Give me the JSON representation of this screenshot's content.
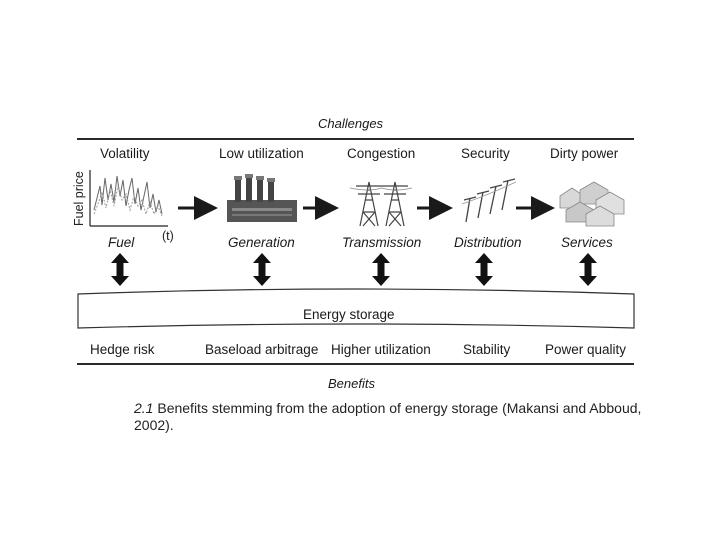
{
  "challenges_header": "Challenges",
  "challenges": [
    "Volatility",
    "Low utilization",
    "Congestion",
    "Security",
    "Dirty power"
  ],
  "sectors": [
    "Fuel",
    "Generation",
    "Transmission",
    "Distribution",
    "Services"
  ],
  "fuel_chart": {
    "ylabel": "Fuel price",
    "xlabel": "(t)"
  },
  "storage_label": "Energy storage",
  "benefits": [
    "Hedge risk",
    "Baseload arbitrage",
    "Higher utilization",
    "Stability",
    "Power quality"
  ],
  "benefits_header": "Benefits",
  "caption": {
    "number": "2.1",
    "text": "Benefits stemming from the adoption of energy storage (Makansi and Abboud, 2002)."
  }
}
